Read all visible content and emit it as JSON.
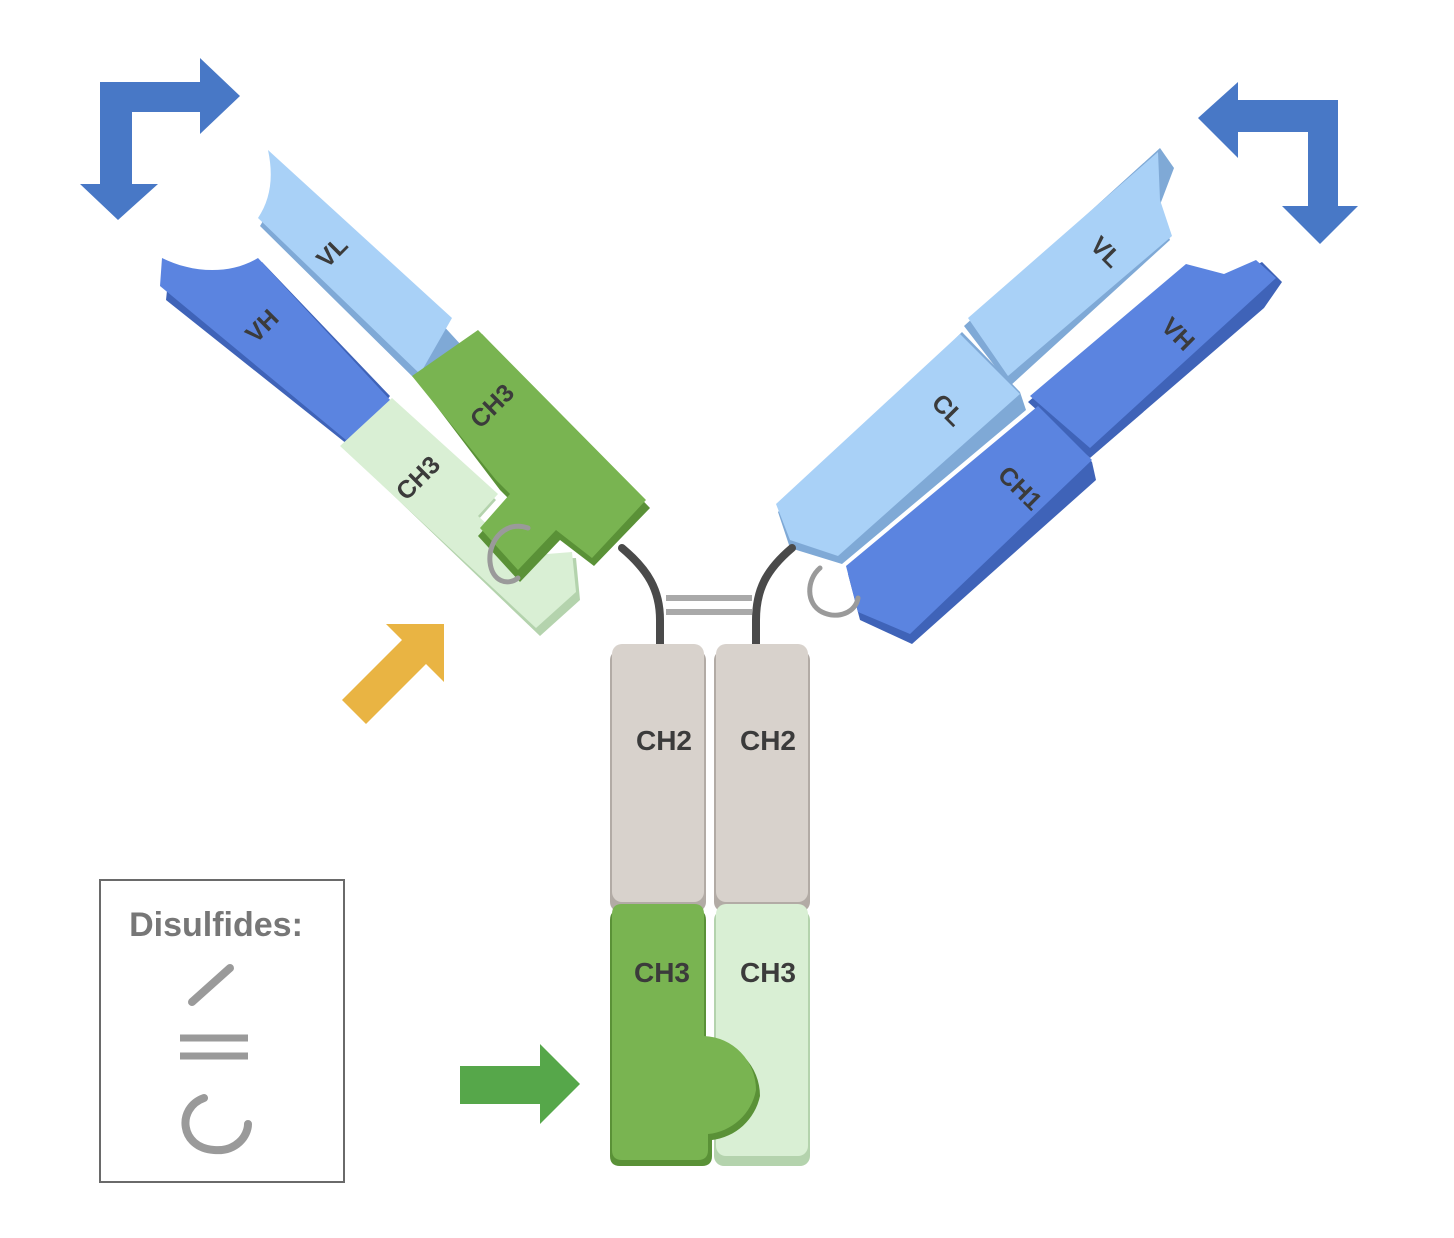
{
  "colors": {
    "vh": "#5b84e0",
    "vh_shadow": "#3f63b8",
    "vl": "#a9d1f7",
    "vl_shadow": "#7fa9d6",
    "ch3_dark": "#79b451",
    "ch3_dark_shadow": "#5a9137",
    "ch3_light": "#d9efd4",
    "ch3_light_shadow": "#b4d3ad",
    "ch2": "#d8d2cc",
    "ch2_shadow": "#b2aba5",
    "arrow_blue": "#4878c6",
    "arrow_orange": "#e9b443",
    "arrow_green": "#56a74a",
    "linker": "#4a4a4a",
    "disulfide": "#9a9a9a"
  },
  "left_arm": {
    "vh": "VH",
    "vl": "VL",
    "ch3_dark": "CH3",
    "ch3_light": "CH3"
  },
  "right_arm": {
    "vl": "VL",
    "vh": "VH",
    "cl": "CL",
    "ch1": "CH1"
  },
  "stem": {
    "ch2_left": "CH2",
    "ch2_right": "CH2",
    "ch3_left": "CH3",
    "ch3_right": "CH3"
  },
  "legend": {
    "title": "Disulfides:",
    "symbols": [
      "single-bond-icon",
      "double-bond-icon",
      "loop-bond-icon"
    ]
  },
  "arrows": [
    "swap-arrow-left-icon",
    "swap-arrow-right-icon",
    "pointer-arrow-orange-icon",
    "pointer-arrow-green-icon"
  ]
}
